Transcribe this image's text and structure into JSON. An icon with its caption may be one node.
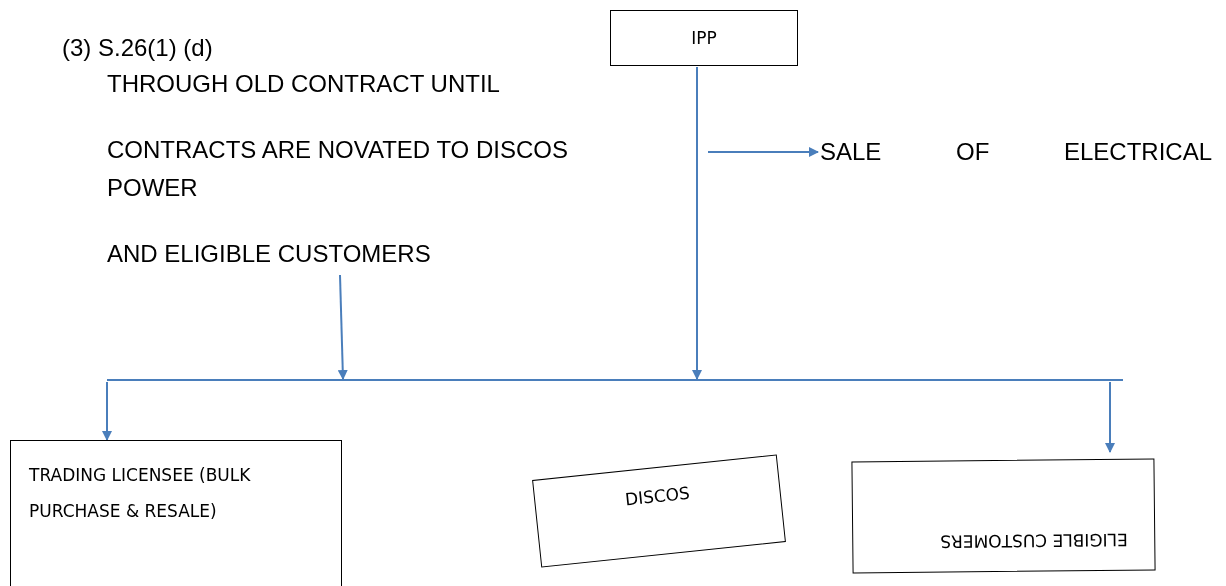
{
  "diagram": {
    "nodes": [
      {
        "text": [
          "IPP"
        ]
      },
      {
        "text": [
          "THROUGH OLD CONTRACT UNTIL",
          "CONTRACTS ARE NOVATED TO DISCOS",
          "AND ELIGIBLE CUSTOMERS"
        ]
      },
      {
        "text": [
          "SALE OF ELECTRICAL"
        ]
      },
      {
        "text": [],
        "shape": "bar"
      },
      {
        "text": [
          "TRADING LICENSEE (BULK PURCHASE & RESALE)"
        ]
      },
      {
        "text": [
          "DISCOS"
        ]
      },
      {
        "text": [
          "ELIGIBLE CUSTOMERS"
        ]
      }
    ],
    "edges": [
      {
        "from": 0,
        "to": 3,
        "arrow": "to"
      },
      {
        "from": null,
        "to": 2,
        "arrow": "to"
      },
      {
        "from": 1,
        "to": 3,
        "arrow": "to"
      },
      {
        "from": 3,
        "to": 4,
        "arrow": "to"
      },
      {
        "from": 3,
        "to": 6,
        "arrow": "to"
      }
    ],
    "labels": [
      "(3) S.26(1) (d)",
      "POWER"
    ]
  }
}
